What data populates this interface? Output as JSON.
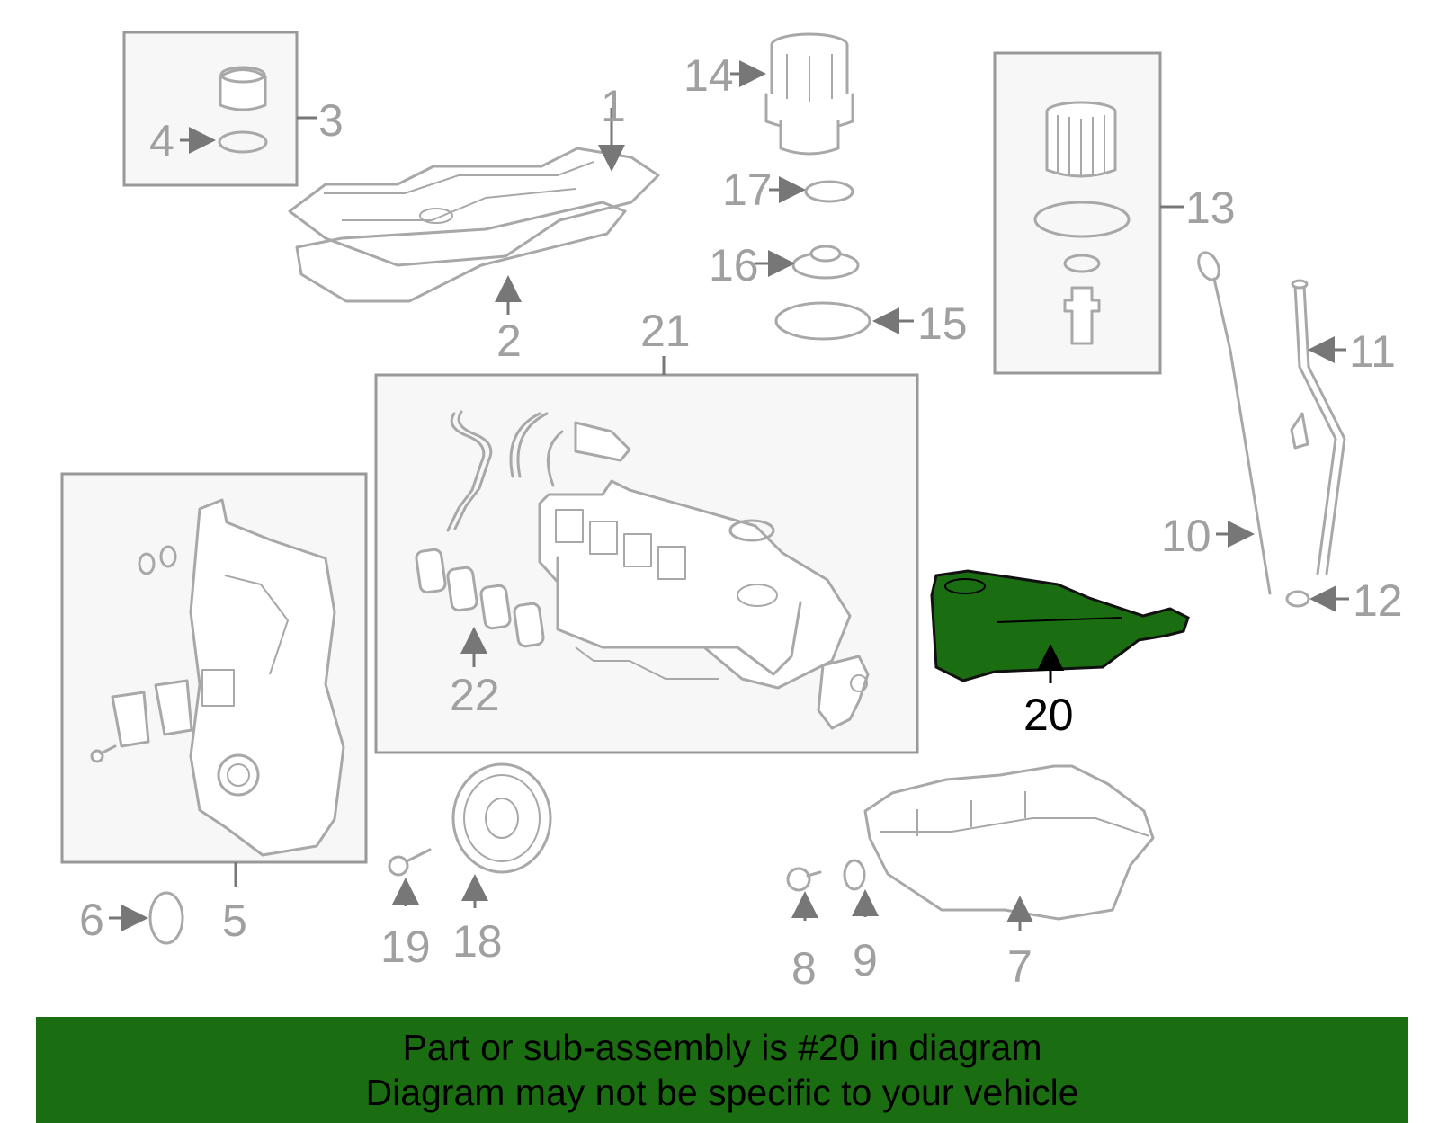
{
  "highlight_color": "#1b6d12",
  "banner_color": "#1b6d12",
  "callouts": {
    "c1": "1",
    "c2": "2",
    "c3": "3",
    "c4": "4",
    "c5": "5",
    "c6": "6",
    "c7": "7",
    "c8": "8",
    "c9": "9",
    "c10": "10",
    "c11": "11",
    "c12": "12",
    "c13": "13",
    "c14": "14",
    "c15": "15",
    "c16": "16",
    "c17": "17",
    "c18": "18",
    "c19": "19",
    "c20": "20",
    "c21": "21",
    "c22": "22"
  },
  "highlighted_part": "20",
  "banner": {
    "line1": "Part or sub-assembly is #20 in diagram",
    "line2": "Diagram may not be specific to your vehicle"
  }
}
